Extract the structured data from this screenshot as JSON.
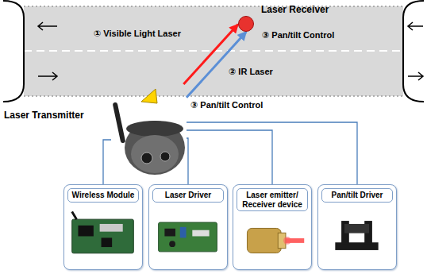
{
  "diagram": {
    "nodes": [
      {
        "text": [
          "Laser Receiver"
        ]
      },
      {
        "text": [
          "Laser Transmitter"
        ]
      },
      {
        "text": [
          "Wireless Module"
        ]
      },
      {
        "text": [
          "Laser Driver"
        ]
      },
      {
        "text": [
          "Laser emitter/ Receiver device"
        ]
      },
      {
        "text": [
          "Pan/tilt Driver"
        ]
      }
    ],
    "edges": [
      {
        "from": 1,
        "to": 0,
        "arrow": "to",
        "label": "① Visible Light Laser"
      },
      {
        "from": 1,
        "to": 0,
        "arrow": "to",
        "label": "② IR Laser"
      },
      {
        "from": 1,
        "to": 2,
        "arrow": "none"
      },
      {
        "from": 1,
        "to": 3,
        "arrow": "none"
      },
      {
        "from": 1,
        "to": 4,
        "arrow": "none"
      },
      {
        "from": 1,
        "to": 5,
        "arrow": "none"
      }
    ],
    "labels": [
      "③ Pan/tilt Control",
      "③ Pan/tilt Control"
    ]
  }
}
